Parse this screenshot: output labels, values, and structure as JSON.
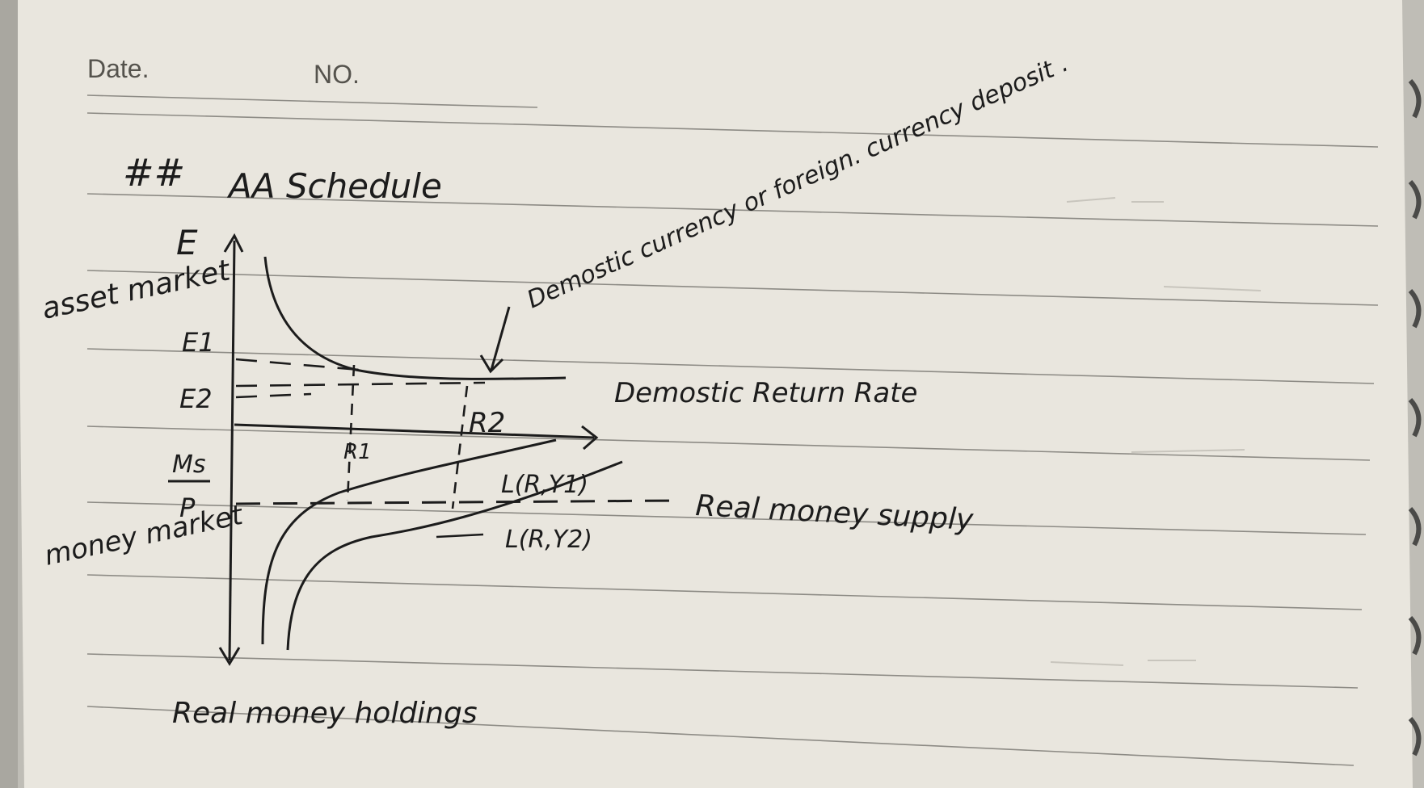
{
  "header": {
    "date_label": "Date.",
    "no_label": "NO."
  },
  "note": {
    "heading_marker": "##",
    "heading": "AA Schedule",
    "upper_annotation": "Demostic currency or foreign. currency deposit .",
    "side_labels": {
      "asset_market": "asset market",
      "money_market": "money market"
    }
  },
  "diagram": {
    "y_axis_label": "E",
    "y_ticks": [
      "E1",
      "E2"
    ],
    "ms_label_num": "Ms",
    "ms_label_den": "P",
    "return_label": "Demostic Return Rate",
    "points": [
      "R1",
      "R2"
    ],
    "demand_curves": [
      "L(R,Y1)",
      "L(R,Y2)"
    ],
    "supply_label": "Real money supply",
    "x_axis_label": "Real money holdings"
  },
  "colors": {
    "paper": "#e9e6de",
    "ink": "#1c1c1c",
    "rule": "#8d8b85",
    "print": "#55534d"
  }
}
